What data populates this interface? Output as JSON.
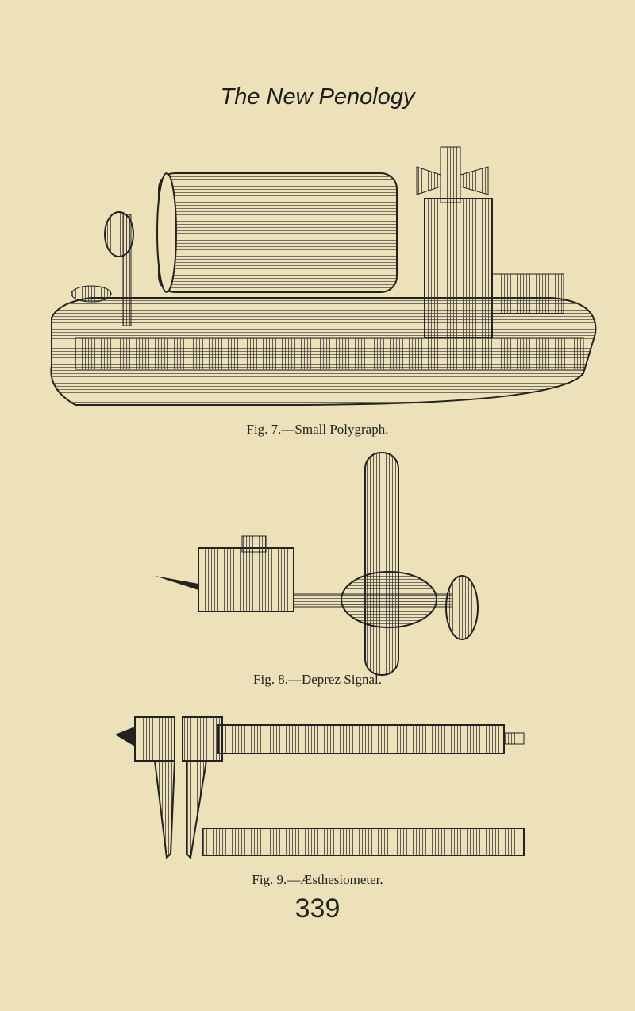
{
  "header": {
    "title": "The New Penology"
  },
  "figures": [
    {
      "caption": "Fig. 7.—Small Polygraph."
    },
    {
      "caption": "Fig. 8.—Deprez Signal."
    },
    {
      "caption": "Fig. 9.—Æsthesiometer."
    }
  ],
  "page_number": "339"
}
